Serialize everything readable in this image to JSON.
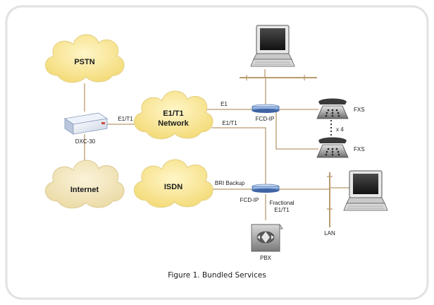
{
  "colors": {
    "frame_border": "#e2e2e2",
    "link": "#b89a6e",
    "cloud_fill": "#fbeaa0",
    "cloud_stroke": "#e7d486",
    "cloud_fill_alt": "#f5ebc4",
    "device_blue": "#6a8fc7"
  },
  "clouds": {
    "pstn": "PSTN",
    "internet": "Internet",
    "e1t1_line1": "E1/T1",
    "e1t1_line2": "Network",
    "isdn": "ISDN"
  },
  "devices": {
    "dxc": "DXC-30",
    "fcd_top": "FCD-IP",
    "fcd_bottom": "FCD-IP",
    "fxs_top": "FXS",
    "fxs_bottom": "FXS",
    "fxs_multiplier": "x 4",
    "pbx": "PBX",
    "lan": "LAN"
  },
  "links": {
    "dxc_to_network": "E1/T1",
    "network_to_fcd_e1": "E1",
    "network_to_fcd_bottom": "E1/T1",
    "isdn_backup": "BRI Backup",
    "fractional_line1": "Fractional",
    "fractional_line2": "E1/T1"
  },
  "caption": "Figure 1.  Bundled Services"
}
